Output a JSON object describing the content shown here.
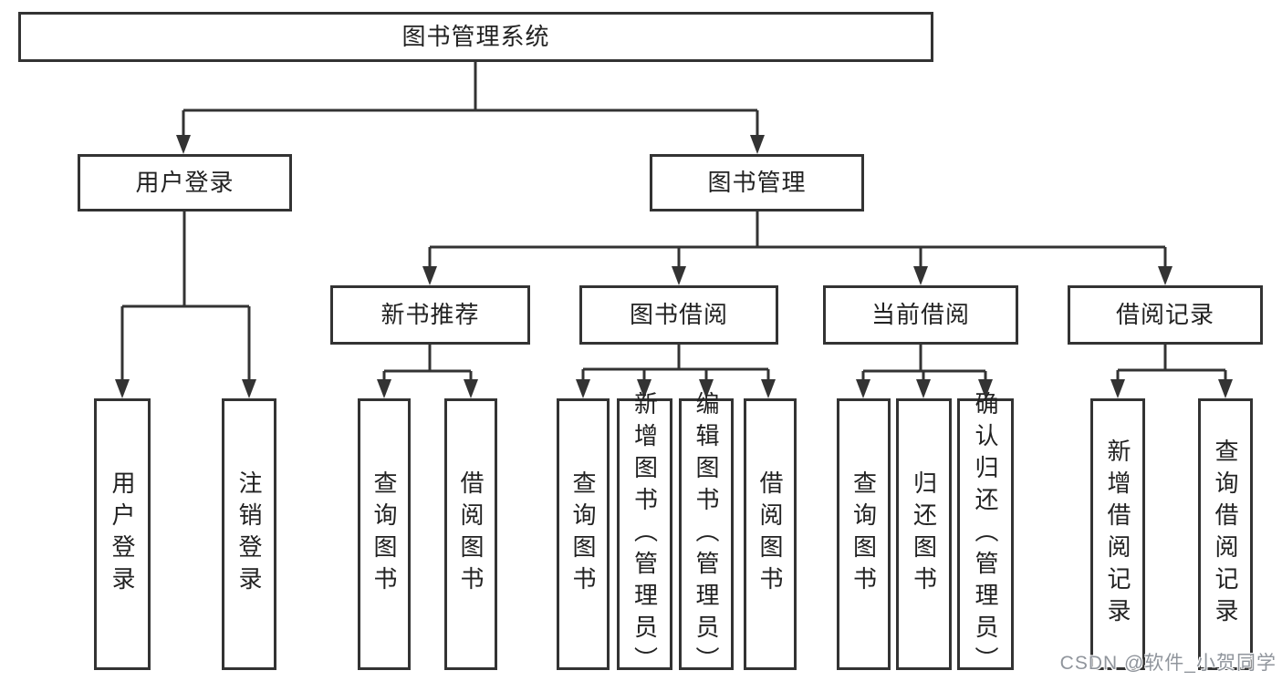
{
  "diagram": {
    "root": {
      "label": "图书管理系统"
    },
    "branches": [
      {
        "label": "用户登录",
        "children": [
          {
            "label": "用户登录"
          },
          {
            "label": "注销登录"
          }
        ]
      },
      {
        "label": "图书管理",
        "children": [
          {
            "label": "新书推荐",
            "children": [
              {
                "label": "查询图书"
              },
              {
                "label": "借阅图书"
              }
            ]
          },
          {
            "label": "图书借阅",
            "children": [
              {
                "label": "查询图书"
              },
              {
                "label": "新增图书（管理员）"
              },
              {
                "label": "编辑图书（管理员）"
              },
              {
                "label": "借阅图书"
              }
            ]
          },
          {
            "label": "当前借阅",
            "children": [
              {
                "label": "查询图书"
              },
              {
                "label": "归还图书"
              },
              {
                "label": "确认归还（管理员）"
              }
            ]
          },
          {
            "label": "借阅记录",
            "children": [
              {
                "label": "新增借阅记录"
              },
              {
                "label": "查询借阅记录"
              }
            ]
          }
        ]
      }
    ]
  },
  "watermark": {
    "text": "CSDN @软件_小贺同学"
  },
  "colors": {
    "line": "#333333",
    "box_border": "#333333",
    "box_fill": "#ffffff",
    "text": "#222222",
    "background": "#ffffff",
    "watermark": "#90959c"
  }
}
